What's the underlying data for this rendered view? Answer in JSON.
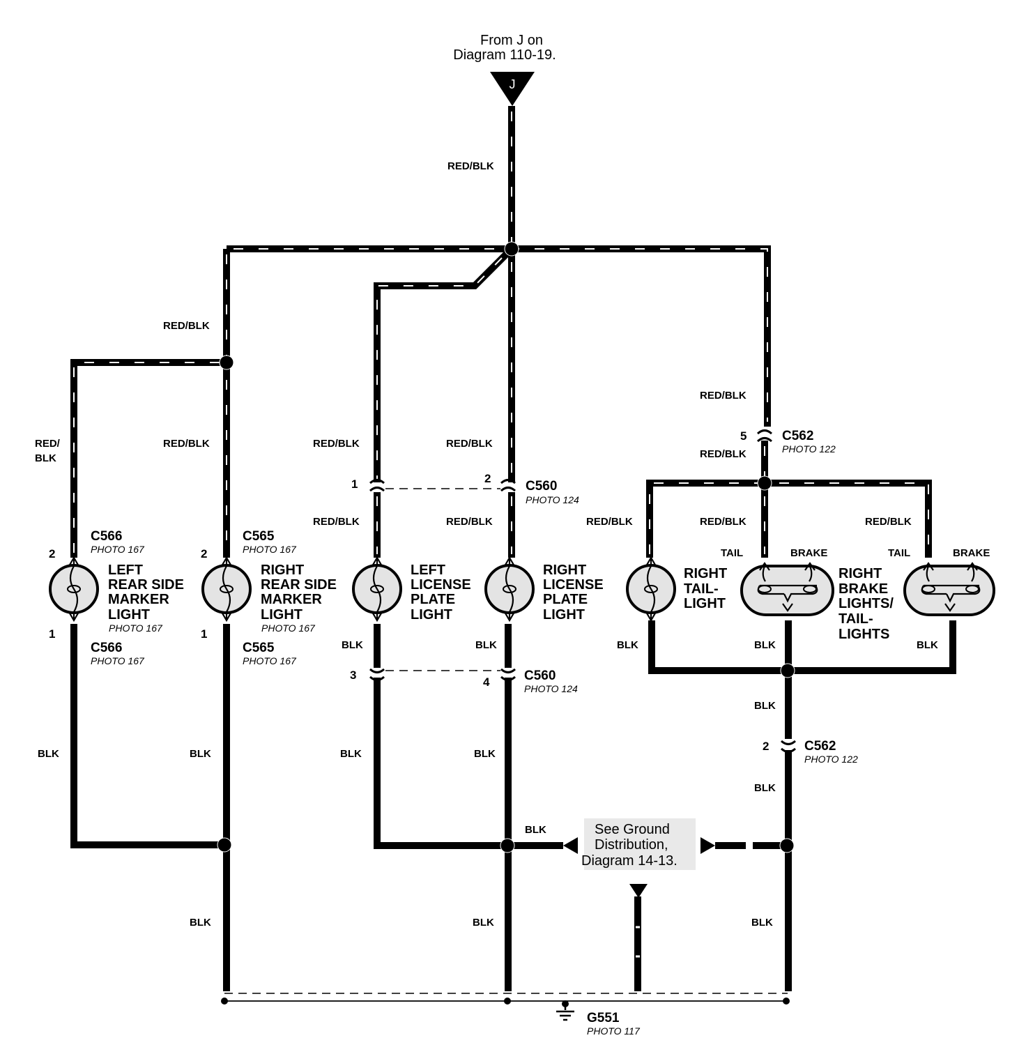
{
  "source": {
    "line1": "From J on",
    "line2": "Diagram 110-19.",
    "terminal": "J"
  },
  "wire_labels": {
    "red_blk": "RED/BLK",
    "red_blk_line1": "RED/",
    "red_blk_line2": "BLK",
    "blk": "BLK",
    "tail": "TAIL",
    "brake": "BRAKE"
  },
  "connectors": {
    "c566": {
      "name": "C566",
      "photo": "PHOTO 167",
      "pin_top": "2",
      "pin_bottom": "1"
    },
    "c565": {
      "name": "C565",
      "photo": "PHOTO 167",
      "pin_top": "2",
      "pin_bottom": "1"
    },
    "c560_top": {
      "name": "C560",
      "photo": "PHOTO 124",
      "pin_left": "1",
      "pin_right": "2"
    },
    "c560_bottom": {
      "name": "C560",
      "photo": "PHOTO 124",
      "pin_left": "3",
      "pin_right": "4"
    },
    "c562_top": {
      "name": "C562",
      "photo": "PHOTO 122",
      "pin": "5"
    },
    "c562_bottom": {
      "name": "C562",
      "photo": "PHOTO 122",
      "pin": "2"
    }
  },
  "components": {
    "left_rear_side_marker": {
      "lines": [
        "LEFT",
        "REAR SIDE",
        "MARKER",
        "LIGHT"
      ],
      "photo": "PHOTO 167"
    },
    "right_rear_side_marker": {
      "lines": [
        "RIGHT",
        "REAR SIDE",
        "MARKER",
        "LIGHT"
      ],
      "photo": "PHOTO 167"
    },
    "left_license_plate": {
      "lines": [
        "LEFT",
        "LICENSE",
        "PLATE",
        "LIGHT"
      ]
    },
    "right_license_plate": {
      "lines": [
        "RIGHT",
        "LICENSE",
        "PLATE",
        "LIGHT"
      ]
    },
    "right_taillight": {
      "lines": [
        "RIGHT",
        "TAIL-",
        "LIGHT"
      ]
    },
    "right_brake_tail": {
      "lines": [
        "RIGHT",
        "BRAKE",
        "LIGHTS/",
        "TAIL-",
        "LIGHTS"
      ]
    }
  },
  "ground_note": {
    "line1": "See Ground",
    "line2": "Distribution,",
    "line3": "Diagram 14-13."
  },
  "ground": {
    "name": "G551",
    "photo": "PHOTO 117"
  }
}
